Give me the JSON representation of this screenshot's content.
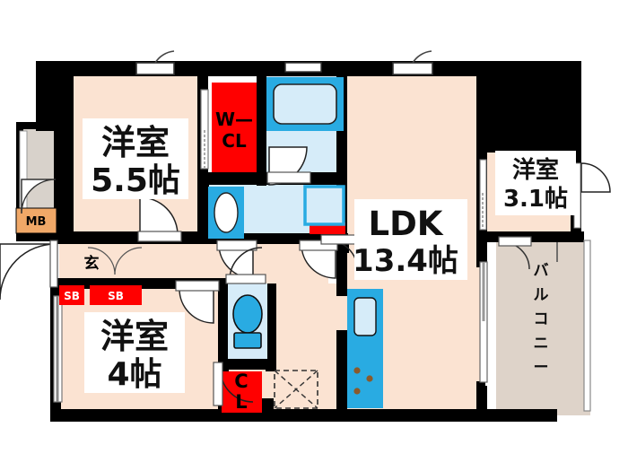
{
  "plan": {
    "type": "japanese-apartment-floor-plan",
    "unit_suffix": "帖",
    "colors": {
      "wall": "#000000",
      "room_floor": "#fbe3d2",
      "water_area": "#d6ecf9",
      "fixture_blue": "#29abe2",
      "closet_red": "#ff0000",
      "meter_box": "#f0a868",
      "balcony": "#ded3c9",
      "porch": "#d8d2cb",
      "entry": "#d9d9d9",
      "label_bg": "#ffffff"
    },
    "rooms": [
      {
        "id": "western-room-55",
        "name_jp": "洋室",
        "size": "5.5帖",
        "label_line1": "洋室",
        "label_line2": "5.5帖"
      },
      {
        "id": "western-room-4",
        "name_jp": "洋室",
        "size": "4帖",
        "label_line1": "洋室",
        "label_line2": "4帖"
      },
      {
        "id": "western-room-31",
        "name_jp": "洋室",
        "size": "3.1帖",
        "label_line1": "洋室",
        "label_line2": "3.1帖"
      },
      {
        "id": "ldk",
        "name_jp": "LDK",
        "size": "13.4帖",
        "label_line1": "LDK",
        "label_line2": "13.4帖"
      }
    ],
    "labels": {
      "walk_in_closet_line1": "W—",
      "walk_in_closet_line2": "CL",
      "closet": "CL",
      "closet_line1": "C",
      "closet_line2": "L",
      "meter_box": "MB",
      "shoe_box_1": "SB",
      "shoe_box_2": "SB",
      "entrance": "玄",
      "balcony_chars": [
        "バ",
        "ル",
        "コ",
        "ニ",
        "ー"
      ]
    }
  }
}
